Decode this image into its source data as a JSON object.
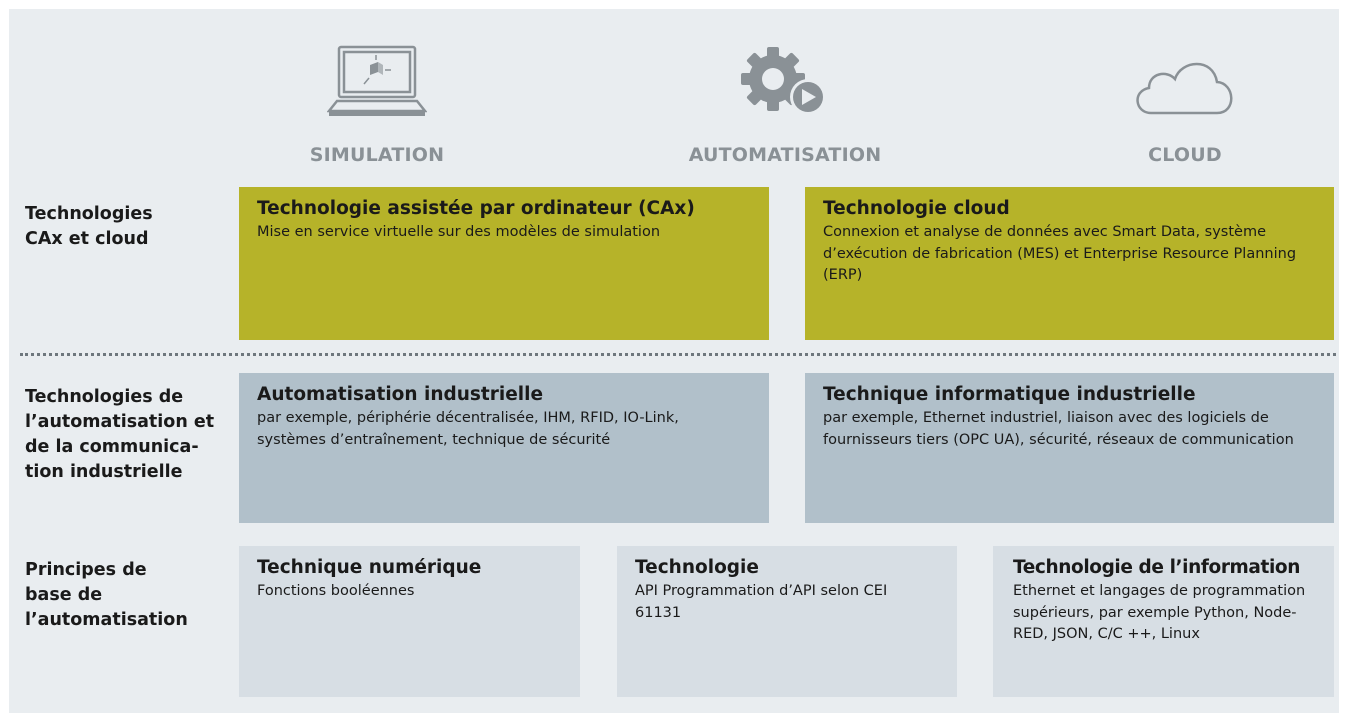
{
  "header": {
    "columns": [
      {
        "label": "SIMULATION",
        "icon": "monitor-simulation-icon"
      },
      {
        "label": "AUTOMATISATION",
        "icon": "gear-play-icon"
      },
      {
        "label": "CLOUD",
        "icon": "cloud-icon"
      }
    ]
  },
  "rows": [
    {
      "label": "Technologies\nCAx et cloud"
    },
    {
      "label": "Technologies de\nl’automatisation et\nde la communica-\ntion industrielle"
    },
    {
      "label": "Principes de\nbase de\nl’automatisation"
    }
  ],
  "boxes": {
    "cax": {
      "title": "Technologie assistée par ordinateur (CAx)",
      "text": "Mise en service virtuelle sur des modèles de simulation"
    },
    "cloud": {
      "title": "Technologie cloud",
      "text": "Connexion et analyse de données avec Smart Data, système d’exécution de fabrication (MES) et Enterprise Resource Planning (ERP)"
    },
    "automation": {
      "title": "Automatisation industrielle",
      "text": "par exemple, périphérie décentralisée, IHM, RFID, IO-Link, systèmes d’entraînement, technique de sécurité"
    },
    "it_industrial": {
      "title": "Technique informatique industrielle",
      "text": "par exemple, Ethernet industriel, liaison avec des logiciels de fournisseurs tiers (OPC UA), sécurité, réseaux de communication"
    },
    "digital": {
      "title": "Technique numérique",
      "text": "Fonctions booléennes"
    },
    "technology": {
      "title": "Technologie",
      "text": "API Programmation d’API selon CEI 61131"
    },
    "information": {
      "title": "Technologie de l’information",
      "text": "Ethernet et langages de programmation supérieurs, par exemple Python, Node-RED, JSON, C/C ++, Linux"
    }
  },
  "colors": {
    "background": "#e9edf0",
    "green": "#b6b329",
    "blue": "#b1c0ca",
    "light": "#d7dee4",
    "header_text": "#8a9196"
  }
}
